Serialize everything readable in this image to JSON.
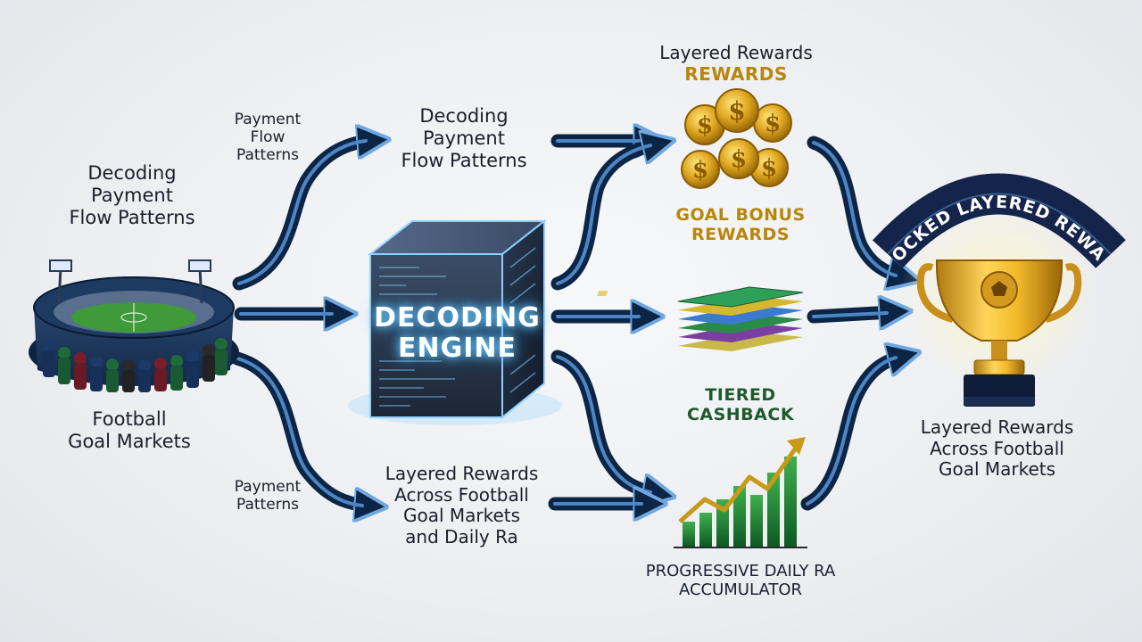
{
  "left": {
    "top_label": [
      "Decoding",
      "Payment",
      "Flow Patterns"
    ],
    "bottom_label": [
      "Football",
      "Goal Markets"
    ]
  },
  "upper_path_label": [
    "Payment",
    "Flow",
    "Patterns"
  ],
  "lower_path_label": [
    "Payment",
    "Patterns"
  ],
  "middle_top_label": [
    "Decoding",
    "Payment",
    "Flow Patterns"
  ],
  "middle_bottom_label": [
    "Layered Rewards",
    "Across Football",
    "Goal Markets",
    "and Daily Ra"
  ],
  "engine": {
    "label": [
      "DECODING",
      "ENGINE"
    ]
  },
  "rewards": {
    "header_line1": "Layered Rewards",
    "header_line2": "REWARDS",
    "goal_bonus": [
      "GOAL BONUS",
      "REWARDS"
    ],
    "tiered_cashback": [
      "TIERED",
      "CASHBACK"
    ],
    "progressive": [
      "PROGRESSIVE DAILY RA",
      "ACCUMULATOR"
    ]
  },
  "trophy": {
    "banner": "UNLOCKED LAYERED REWARDS",
    "label": [
      "Layered Rewards",
      "Across Football",
      "Goal Markets"
    ]
  },
  "coin_symbol": "$",
  "colors": {
    "arrow_dark": "#0d2545",
    "arrow_light": "#4c86c4",
    "gold": "#b8860b",
    "green": "#1f5a2c",
    "banner": "#15244a"
  }
}
